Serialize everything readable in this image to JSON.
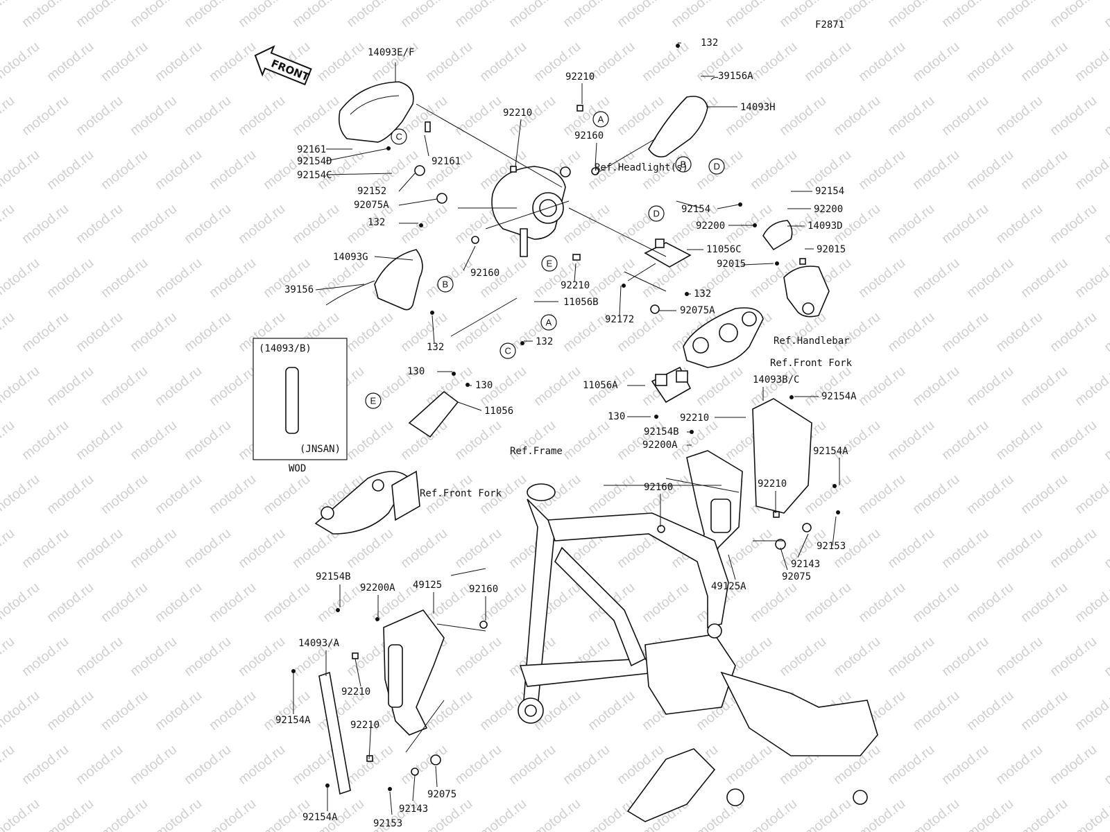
{
  "diagram": {
    "code": "F2871",
    "front_label": "FRONT",
    "watermark": "motod.ru",
    "inset": {
      "title": "(14093/B)",
      "region": "(JNSAN)",
      "caption": "WOD"
    },
    "references": {
      "headlight": "Ref.Headlight(s)",
      "handlebar": "Ref.Handlebar",
      "front_fork_upper": "Ref.Front Fork",
      "front_fork_lower": "Ref.Front Fork",
      "frame": "Ref.Frame"
    },
    "callouts": [
      "A",
      "B",
      "C",
      "D",
      "E"
    ],
    "part_labels": [
      "14093E/F",
      "92161",
      "92154D",
      "92161",
      "92154C",
      "92152",
      "92075A",
      "132",
      "14093G",
      "39156",
      "92160",
      "132",
      "92210",
      "92210",
      "92160",
      "92210",
      "11056B",
      "132",
      "132",
      "39156A",
      "14093H",
      "92154",
      "92154",
      "92200",
      "92200",
      "14093D",
      "92015",
      "92015",
      "11056C",
      "132",
      "92172",
      "92075A",
      "11056A",
      "130",
      "130",
      "130",
      "11056",
      "14093B/C",
      "92154A",
      "92210",
      "92154B",
      "92200A",
      "92154A",
      "92160",
      "92210",
      "92143",
      "92153",
      "92075",
      "49125A",
      "92154B",
      "92200A",
      "49125",
      "92160",
      "14093/A",
      "92154A",
      "92210",
      "92210",
      "92075",
      "92143",
      "92153",
      "92154A"
    ]
  }
}
